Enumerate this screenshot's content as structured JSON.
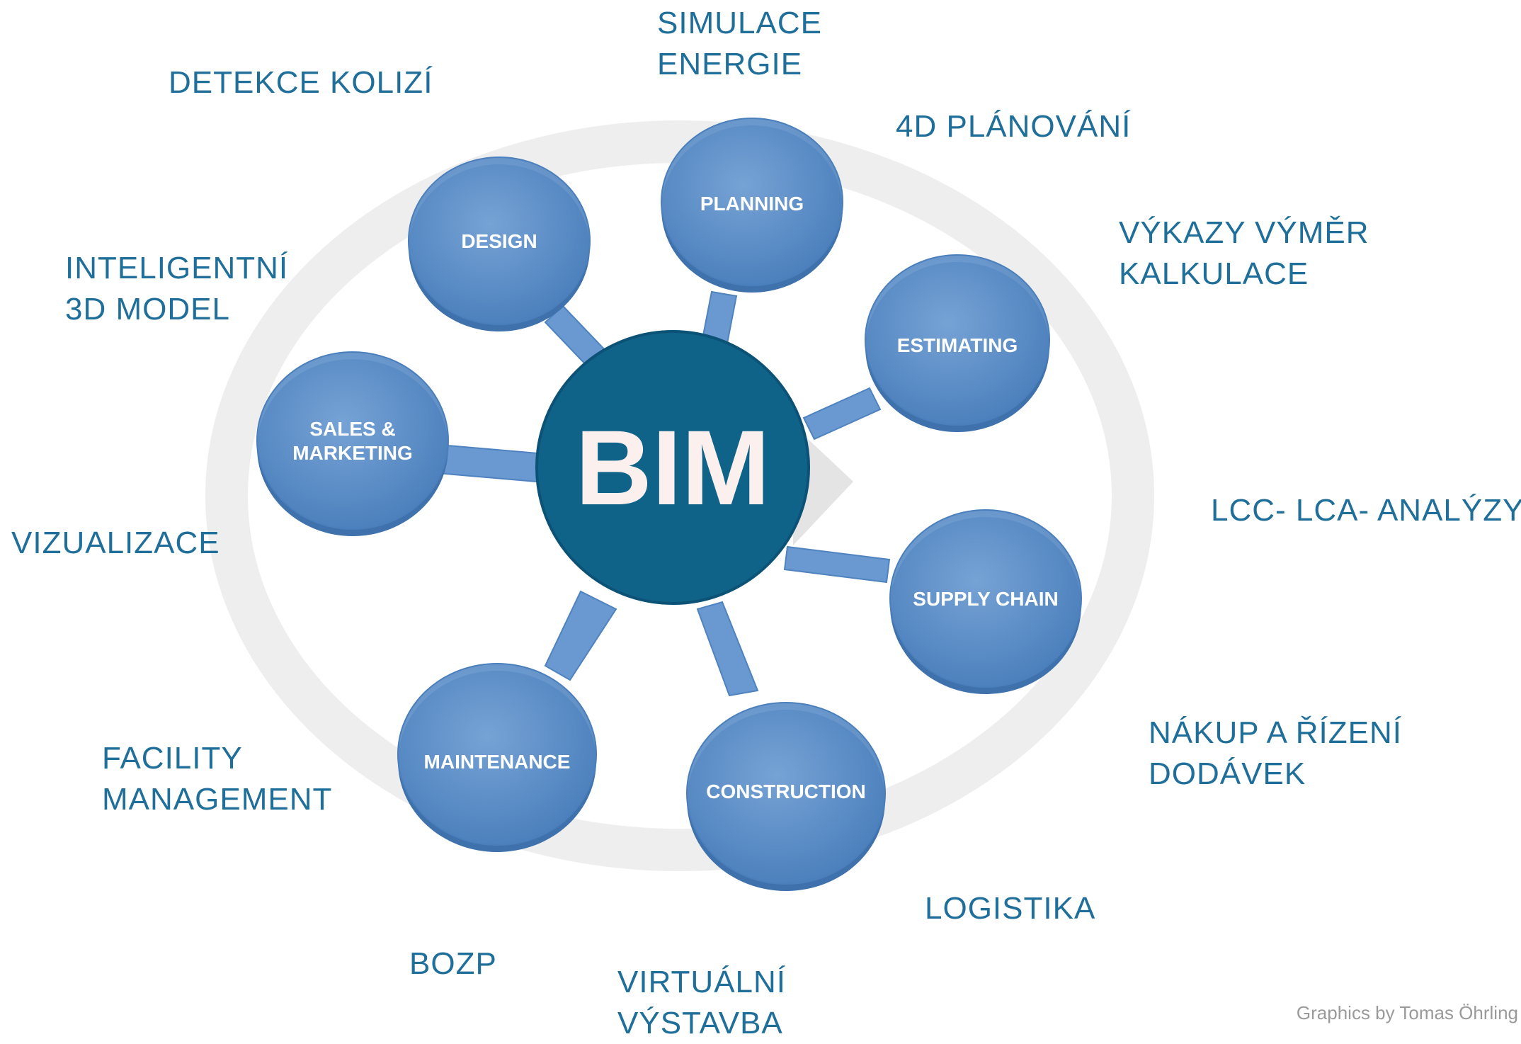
{
  "center": {
    "label": "BIM"
  },
  "nodes": [
    {
      "id": "design",
      "lines": [
        "DESIGN"
      ]
    },
    {
      "id": "planning",
      "lines": [
        "PLANNING"
      ]
    },
    {
      "id": "estimating",
      "lines": [
        "ESTIMATING"
      ]
    },
    {
      "id": "sales",
      "lines": [
        "SALES &",
        "MARKETING"
      ]
    },
    {
      "id": "supply",
      "lines": [
        "SUPPLY CHAIN"
      ]
    },
    {
      "id": "maintenance",
      "lines": [
        "MAINTENANCE"
      ]
    },
    {
      "id": "construction",
      "lines": [
        "CONSTRUCTION"
      ]
    }
  ],
  "labels": {
    "simulace": [
      "SIMULACE",
      "ENERGIE"
    ],
    "detekce": [
      "DETEKCE KOLIZÍ"
    ],
    "planovani": [
      "4D PLÁNOVÁNÍ"
    ],
    "vykazy": [
      "VÝKAZY VÝMĚR",
      "KALKULACE"
    ],
    "inteligentni": [
      "INTELIGENTNÍ",
      "3D MODEL"
    ],
    "lcc": [
      "LCC- LCA- ANALÝZY"
    ],
    "vizualizace": [
      "VIZUALIZACE"
    ],
    "nakup": [
      "NÁKUP A ŘÍZENÍ",
      "DODÁVEK"
    ],
    "facility": [
      "FACILITY",
      "MANAGEMENT"
    ],
    "logistika": [
      "LOGISTIKA"
    ],
    "bozp": [
      "BOZP"
    ],
    "virtualni": [
      "VIRTUÁLNÍ",
      "VÝSTAVBA"
    ]
  },
  "credit": "Graphics by Tomas Öhrling",
  "colors": {
    "center": "#0f6288",
    "node": "#5d8fc6",
    "node_edge": "#4a7fbc",
    "spoke": "#6a98d0",
    "label_text": "#1f6f9a"
  }
}
